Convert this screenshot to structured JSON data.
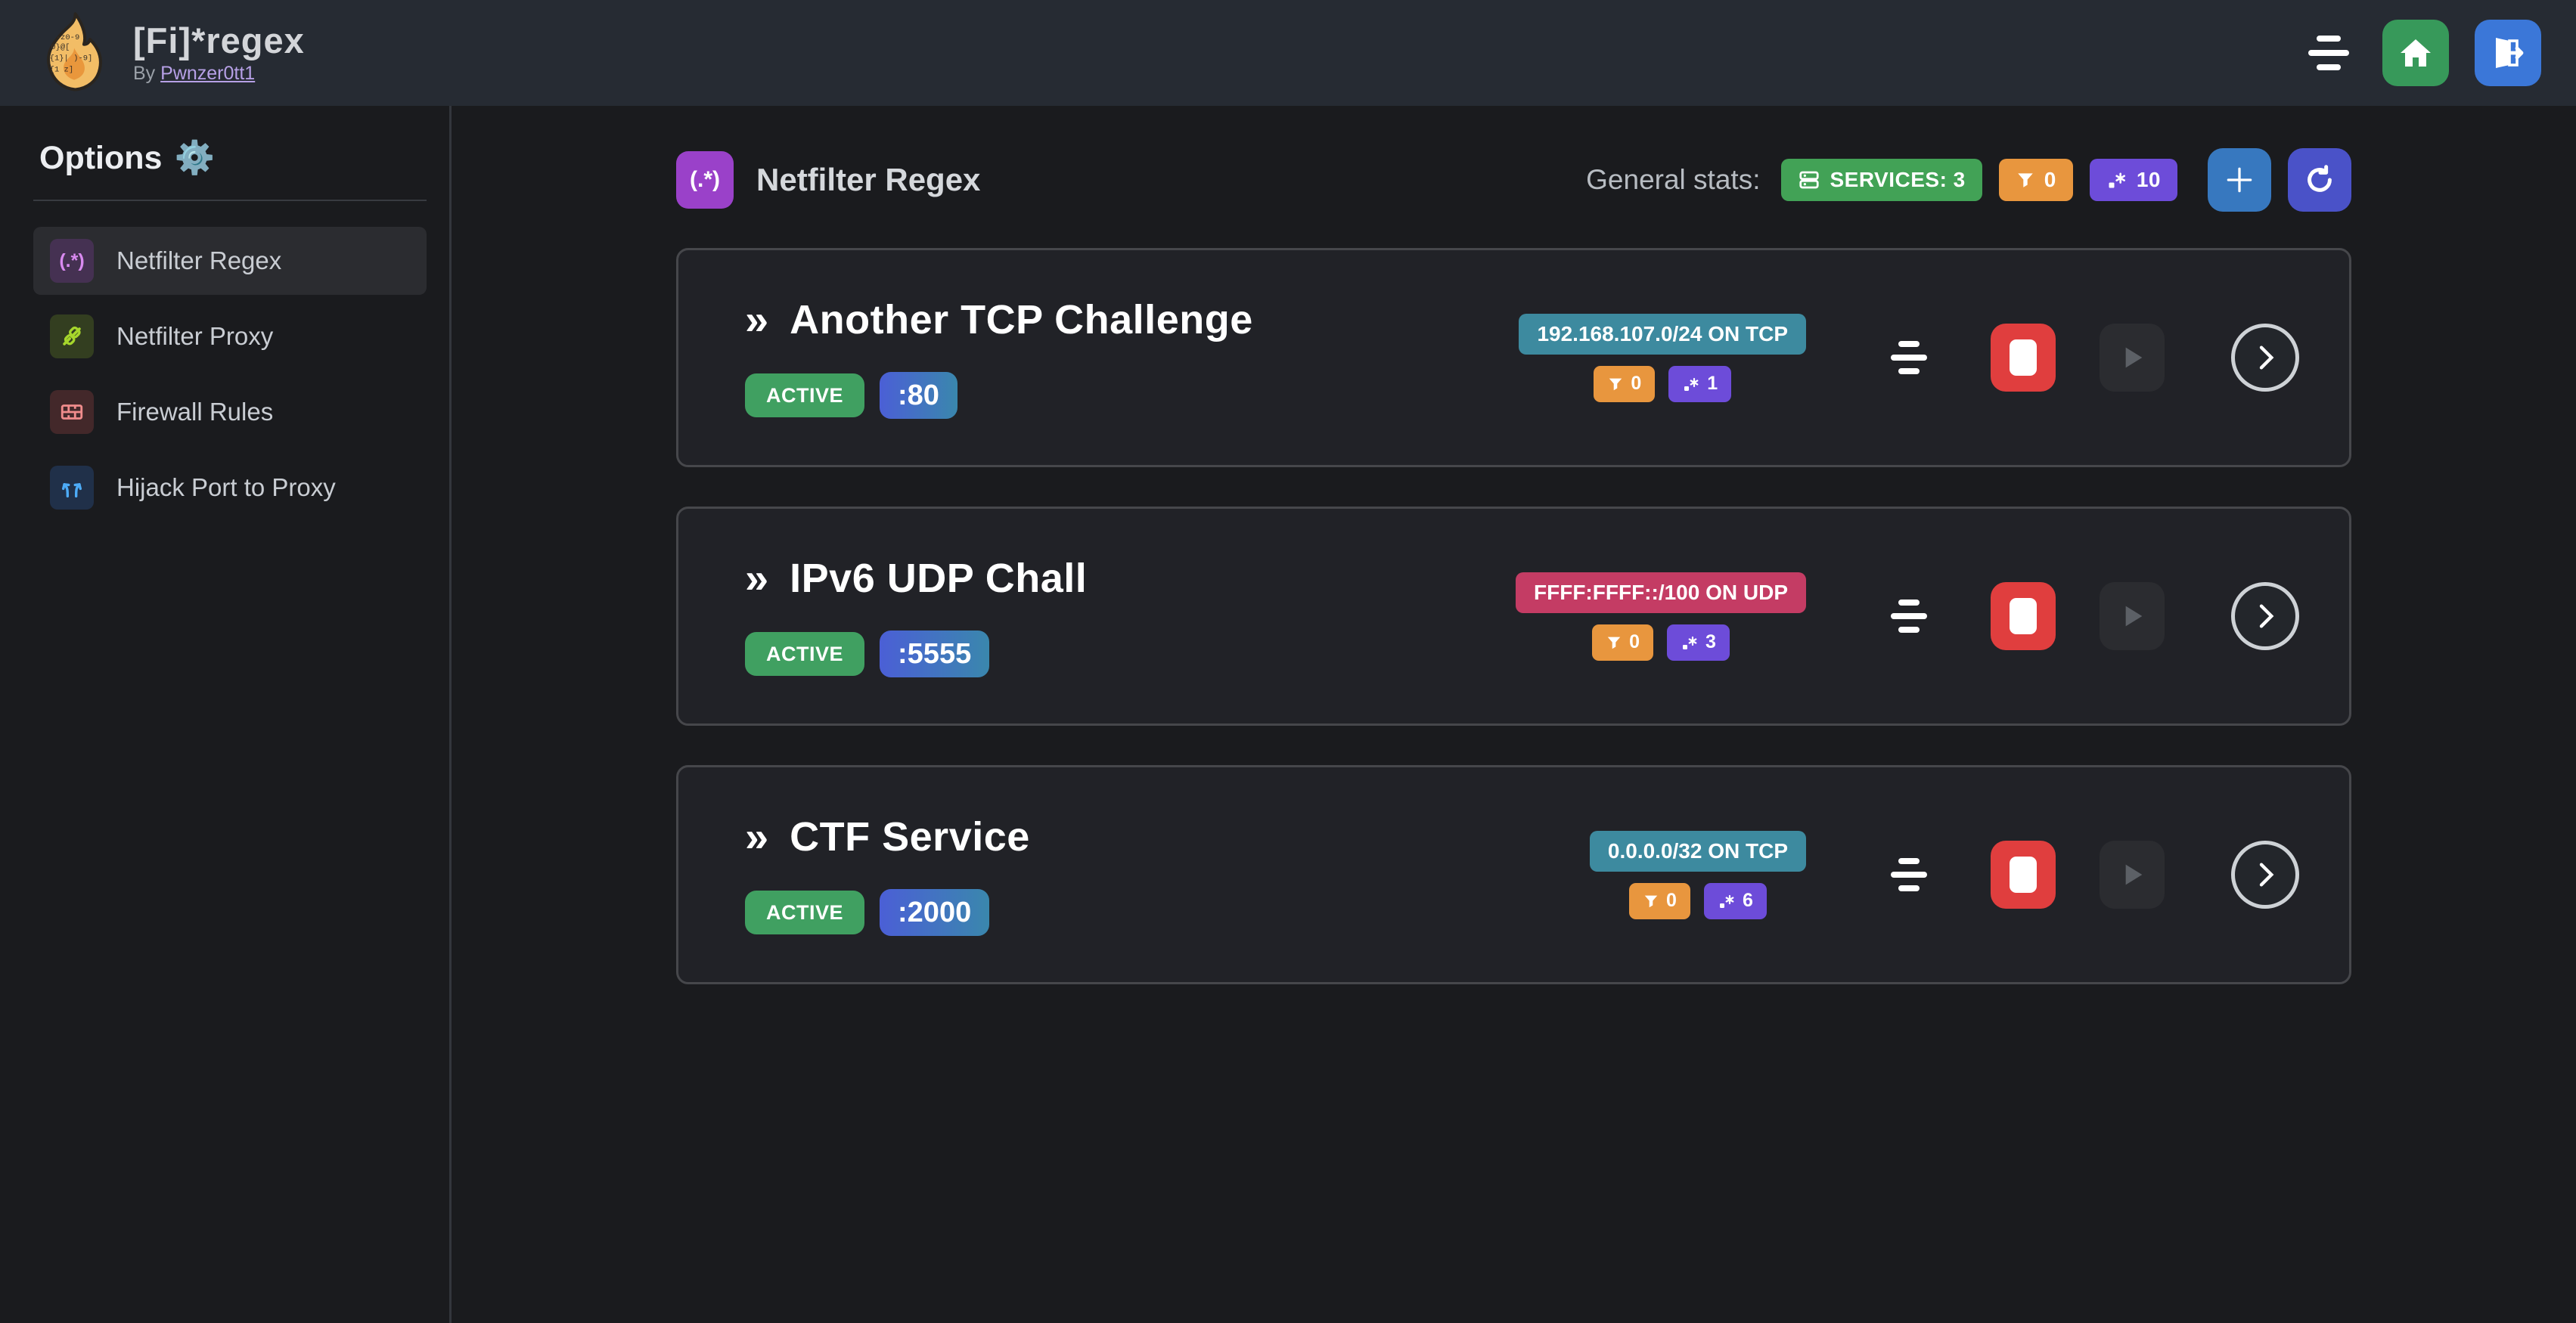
{
  "header": {
    "title": "[Fi]*regex",
    "byline_prefix": "By",
    "author_link": "Pwnzer0tt1"
  },
  "sidebar": {
    "heading": "Options",
    "heading_icon": "⚙️",
    "items": [
      {
        "label": "Netfilter Regex",
        "icon_text": "(.*)"
      },
      {
        "label": "Netfilter Proxy"
      },
      {
        "label": "Firewall Rules"
      },
      {
        "label": "Hijack Port to Proxy"
      }
    ]
  },
  "main": {
    "page_icon_text": "(.*)",
    "page_title": "Netfilter Regex",
    "stats_label": "General stats:",
    "stats": {
      "services": "SERVICES: 3",
      "filters": "0",
      "regexes": "10"
    }
  },
  "services": [
    {
      "chevrons": "»",
      "name": "Another TCP Challenge",
      "status": "ACTIVE",
      "port": ":80",
      "address": "192.168.107.0/24 ON TCP",
      "address_color": "#3d8a9f",
      "filter_count": "0",
      "regex_count": "1"
    },
    {
      "chevrons": "»",
      "name": "IPv6 UDP Chall",
      "status": "ACTIVE",
      "port": ":5555",
      "address": "FFFF:FFFF::/100 ON UDP",
      "address_color": "#c43c64",
      "filter_count": "0",
      "regex_count": "3"
    },
    {
      "chevrons": "»",
      "name": "CTF Service",
      "status": "ACTIVE",
      "port": ":2000",
      "address": "0.0.0.0/32 ON TCP",
      "address_color": "#3d8a9f",
      "filter_count": "0",
      "regex_count": "6"
    }
  ],
  "colors": {
    "header_bg": "#262b33",
    "body_bg": "#1a1b1e",
    "card_bg": "#212227",
    "card_border": "#46474b",
    "active_green": "#40a061",
    "stats_green": "#42a256",
    "filter_orange": "#e8963e",
    "regex_violet": "#6d4cd9",
    "address_teal": "#3d8a9f",
    "address_pink": "#c43c64",
    "stop_red": "#e03e3e",
    "add_blue": "#3778bf",
    "refresh_indigo": "#4a52c8",
    "home_green": "#37995a",
    "logout_blue": "#3b77d8"
  }
}
